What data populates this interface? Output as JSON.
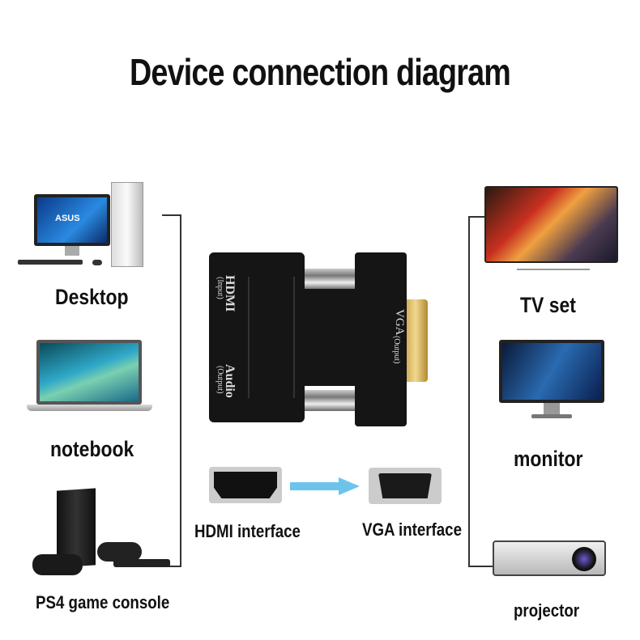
{
  "title": "Device connection diagram",
  "left_devices": [
    {
      "label": "Desktop"
    },
    {
      "label": "notebook"
    },
    {
      "label": "PS4 game console"
    }
  ],
  "right_devices": [
    {
      "label": "TV set"
    },
    {
      "label": "monitor"
    },
    {
      "label": "projector"
    }
  ],
  "adapter": {
    "hdmi_port": "HDMI",
    "hdmi_port_sub": "(Input)",
    "audio_port": "Audio",
    "audio_port_sub": "(Output)",
    "vga_port": "VGA",
    "vga_port_sub": "(Output)"
  },
  "interfaces": {
    "hdmi_label": "HDMI interface",
    "vga_label": "VGA interface"
  },
  "desktop_brand": "ASUS",
  "colors": {
    "arrow": "#6cc4ec",
    "adapter": "#151515",
    "gold": "#c8a046"
  }
}
